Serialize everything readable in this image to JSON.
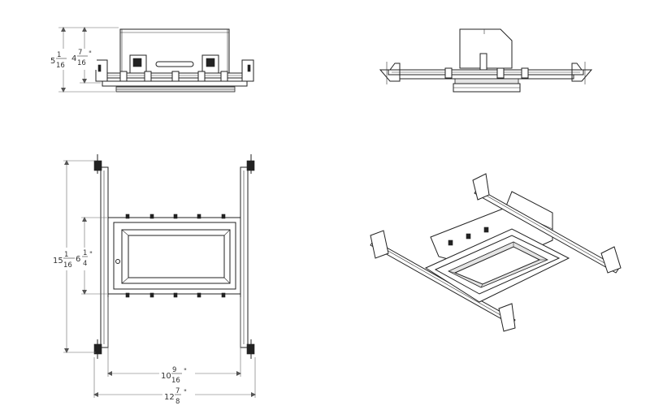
{
  "dimensions": {
    "height_total": {
      "whole": "5",
      "num": "1",
      "den": "16"
    },
    "height_housing": {
      "whole": "4",
      "num": "7",
      "den": "16",
      "unit": "\""
    },
    "length_total": {
      "whole": "15",
      "num": "1",
      "den": "16"
    },
    "length_trim": {
      "whole": "6",
      "num": "1",
      "den": "4",
      "unit": "\""
    },
    "width_housing": {
      "whole": "10",
      "num": "9",
      "den": "16",
      "unit": "\""
    },
    "width_total": {
      "whole": "12",
      "num": "7",
      "den": "8",
      "unit": "\""
    }
  }
}
